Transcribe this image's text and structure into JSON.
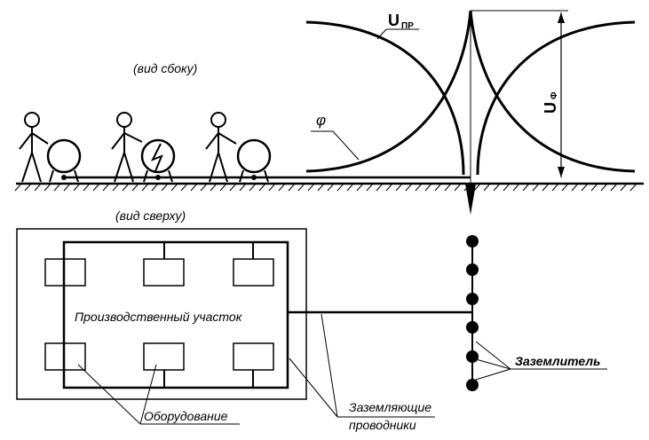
{
  "labels": {
    "side_view": "(вид сбоку)",
    "top_view": "(вид сверху)",
    "u_pr_main": "U",
    "u_pr_sub": "ПР",
    "u_f_main": "U",
    "u_f_sub": "Ф",
    "phi": "φ",
    "area": "Производственный участок",
    "equipment": "Оборудование",
    "grounding_conductors_line1": "Заземляющие",
    "grounding_conductors_line2": "проводники",
    "ground_electrode": "Заземлитель"
  },
  "symbols": {
    "fault_icon": "lightning-bolt",
    "person_icon": "stick-figure",
    "ground_hatch": "hatch"
  },
  "colors": {
    "ink": "#000000",
    "background": "#ffffff"
  }
}
